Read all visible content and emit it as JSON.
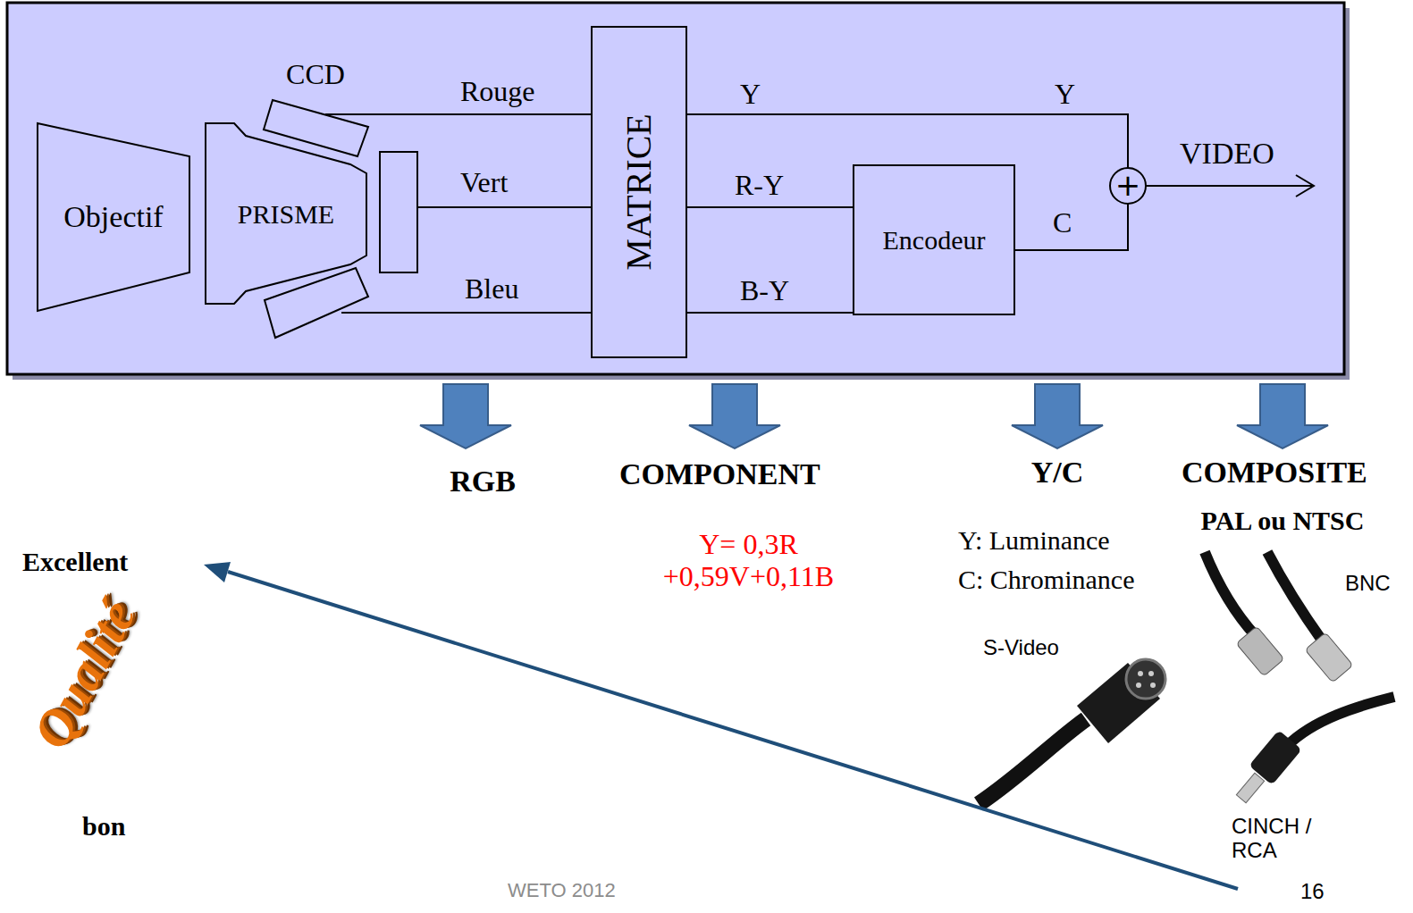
{
  "diagram": {
    "nodes": [
      {
        "text": [
          "Objectif"
        ]
      },
      {
        "text": [
          "PRISME"
        ]
      },
      {
        "text": [
          "CCD"
        ]
      },
      {
        "text": [
          "MATRICE"
        ]
      },
      {
        "text": [
          "Encodeur"
        ]
      },
      {
        "text": [
          "+"
        ]
      }
    ],
    "edges": [
      {
        "from": 2,
        "to": 3,
        "label": "Rouge",
        "arrow": "none"
      },
      {
        "from": 3,
        "to": 5,
        "label": "Y",
        "arrow": "none"
      },
      {
        "from": 3,
        "to": 4,
        "label": "R-Y",
        "arrow": "none"
      },
      {
        "from": 3,
        "to": 4,
        "label": "B-Y",
        "arrow": "none"
      },
      {
        "from": 4,
        "to": 5,
        "label": "C",
        "arrow": "none"
      }
    ],
    "labels": [
      "Vert",
      "Bleu",
      "Y",
      "VIDEO",
      "RGB",
      "COMPONENT",
      "Y= 0,3R +0,59V+0,11B",
      "Y/C",
      "COMPOSITE",
      "PAL ou NTSC",
      "Y: Luminance",
      "C: Chrominance",
      "S-Video",
      "BNC",
      "CINCH / RCA",
      "Excellent",
      "Qualité",
      "bon",
      "WETO 2012",
      "16"
    ]
  }
}
